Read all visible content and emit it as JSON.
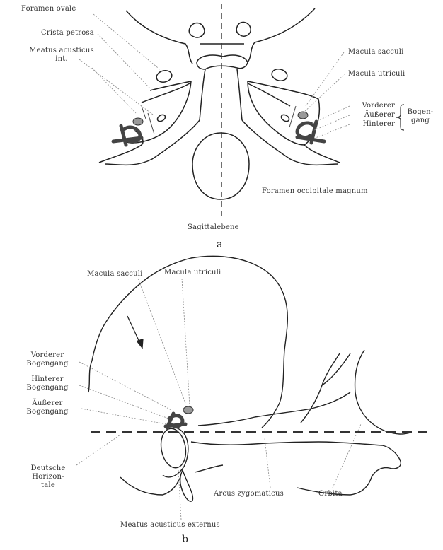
{
  "figure_a": {
    "label_foramen_ovale": "Foramen ovale",
    "label_crista_petrosa": "Crista petrosa",
    "label_meatus_int_line1": "Meatus acusticus",
    "label_meatus_int_line2": "int.",
    "label_macula_sacculi": "Macula sacculi",
    "label_macula_utriculi": "Macula utriculi",
    "label_vorderer": "Vorderer",
    "label_ausserer": "Äußerer",
    "label_hinterer": "Hinterer",
    "label_bogengang_line1": "Bogen-",
    "label_bogengang_line2": "gang",
    "label_foramen_occipitale": "Foramen occipitale magnum",
    "label_sagittalebene": "Sagittalebene",
    "caption": "a"
  },
  "figure_b": {
    "label_macula_sacculi": "Macula sacculi",
    "label_macula_utriculi": "Macula utriculi",
    "label_vorderer_line1": "Vorderer",
    "label_vorderer_line2": "Bogengang",
    "label_hinterer_line1": "Hinterer",
    "label_hinterer_line2": "Bogengang",
    "label_ausserer_line1": "Äußerer",
    "label_ausserer_line2": "Bogengang",
    "label_deutsche_line1": "Deutsche",
    "label_deutsche_line2": "Horizon-",
    "label_deutsche_line3": "tale",
    "label_arcus": "Arcus zygomaticus",
    "label_orbita": "Orbita",
    "label_meatus_ext": "Meatus acusticus externus",
    "caption": "b"
  }
}
